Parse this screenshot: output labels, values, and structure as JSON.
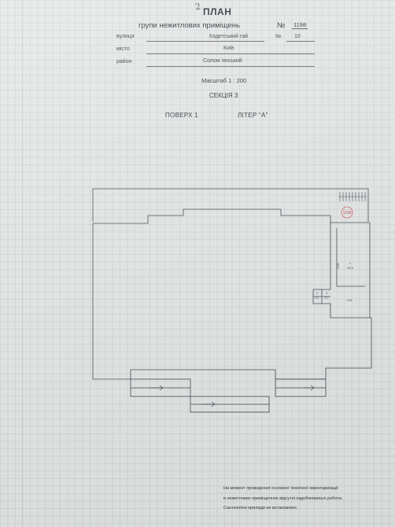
{
  "page_mark": "2",
  "header": {
    "title": "ПЛАН",
    "subtitle": "групи нежитлових приміщень",
    "number_label": "№",
    "number_value": "1198"
  },
  "address": {
    "street_label": "вулиця",
    "street_value": "Кадетський гай",
    "building_label": "№",
    "building_value": "10",
    "city_label": "місто",
    "city_value": "Київ",
    "district_label": "район",
    "district_value": "Солом`янський"
  },
  "scale": "Масштаб 1 : 200",
  "section": "СЕКЦІЯ 3",
  "floor": "ПОВЕРХ  1",
  "liter": "ЛІТЕР “А”",
  "plan": {
    "stamp_number": "1198",
    "room_main_area": "28.5",
    "room_main_number": "1",
    "room_main_dim": "8.85",
    "room_small1_area": "3.1",
    "room_small1_number": "2",
    "room_small2_area": "3.7",
    "room_small2_number": "3",
    "room_dim_bottom": "3.05"
  },
  "footer_note": {
    "line1": "На момент проведення основної технічної інвентаризації",
    "line2": "в нежитлових приміщеннях відсутні оздоблювальні роботи.",
    "line3": "Сантехнічні прилади  не встановлені."
  }
}
